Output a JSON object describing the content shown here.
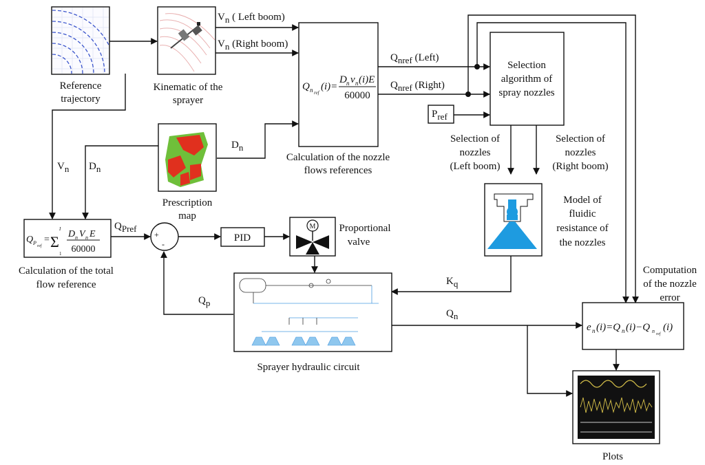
{
  "reference_trajectory": {
    "line1": "Reference",
    "line2": "trajectory"
  },
  "kinematic": {
    "line1": "Kinematic of the",
    "line2": "sprayer"
  },
  "vn_left": {
    "sym": "V",
    "sub": "n",
    "text": " ( Left boom)"
  },
  "vn_right": {
    "sym": "V",
    "sub": "n",
    "text": " (Right boom)"
  },
  "vn_side": {
    "sym": "V",
    "sub": "n"
  },
  "dn_side": {
    "sym": "D",
    "sub": "n"
  },
  "dn_map": {
    "sym": "D",
    "sub": "n"
  },
  "prescription": {
    "line1": "Prescription",
    "line2": "map"
  },
  "nozzle_flows_box": {
    "formula_rhs_num": "D",
    "num_rest": "v",
    "num_tail": "(i)E",
    "den": "60000",
    "caption1": "Calculation of the nozzle",
    "caption2": "flows references"
  },
  "q_nref_left": {
    "sym": "Q",
    "sub": "nref",
    "text": " (Left)"
  },
  "q_nref_right": {
    "sym": "Q",
    "sub": "nref",
    "text": " (Right)"
  },
  "p_ref": {
    "sym": "P",
    "sub": "ref"
  },
  "selection_box": {
    "line1": "Selection",
    "line2": "algorithm of",
    "line3": "spray nozzles"
  },
  "sel_left": {
    "line1": "Selection of",
    "line2": "nozzles",
    "line3": "(Left boom)"
  },
  "sel_right": {
    "line1": "Selection of",
    "line2": "nozzles",
    "line3": "(Right boom)"
  },
  "fluidic": {
    "line1": "Model of",
    "line2": "fluidic",
    "line3": "resistance of",
    "line4": "the nozzles"
  },
  "total_flow_box": {
    "caption1": "Calculation of the total",
    "caption2": "flow reference",
    "den": "60000"
  },
  "q_pref": {
    "sym": "Q",
    "sub": "Pref"
  },
  "sum_signs": {
    "plus": "+",
    "minus": "-"
  },
  "pid": {
    "label": "PID"
  },
  "valve": {
    "motor": "M",
    "line1": "Proportional",
    "line2": "valve"
  },
  "kq": {
    "sym": "K",
    "sub": "q"
  },
  "qp": {
    "sym": "Q",
    "sub": "p"
  },
  "qn": {
    "sym": "Q",
    "sub": "n"
  },
  "hydraulic": {
    "caption": "Sprayer hydraulic circuit"
  },
  "error": {
    "line1": "Computation",
    "line2": "of the nozzle",
    "line3": "error"
  },
  "plots": {
    "caption": "Plots"
  },
  "colors": {
    "nozzle_blue": "#1e9be0",
    "map_green": "#6fbf3a",
    "map_red": "#e0301e",
    "scope_bg": "#111111",
    "scope_trace": "#d8c24a"
  }
}
